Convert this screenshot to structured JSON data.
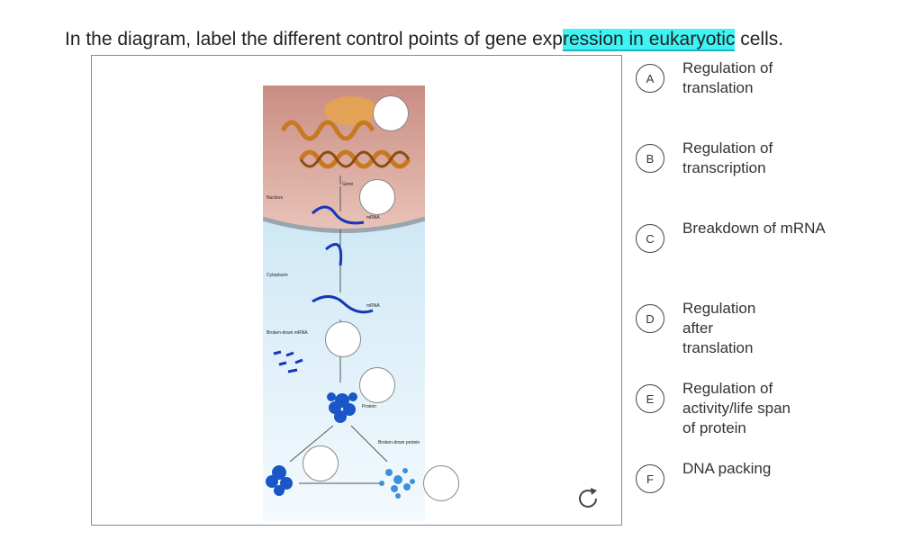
{
  "question": {
    "part1": "In the diagram, label the different control points of gene exp",
    "highlight": "ression in eukaryotic",
    "part2": " cells."
  },
  "diagram": {
    "labels": {
      "gene": "Gene",
      "nucleus": "Nucleus",
      "mrna_nucleus": "mRNA",
      "cytoplasm": "Cytoplasm",
      "mrna_cytoplasm": "mRNA",
      "broken_mrna": "Broken-down mRNA",
      "protein": "Protein",
      "broken_protein": "Broken-down protein"
    },
    "drop_target_count": 6
  },
  "options": [
    {
      "letter": "A",
      "text": "Regulation of translation"
    },
    {
      "letter": "B",
      "text": "Regulation of transcription"
    },
    {
      "letter": "C",
      "text": "Breakdown of mRNA"
    },
    {
      "letter": "D",
      "text": "Regulation after translation"
    },
    {
      "letter": "E",
      "text": "Regulation of activity/life span of protein"
    },
    {
      "letter": "F",
      "text": "DNA packing"
    }
  ],
  "icons": {
    "reset": "reset-icon"
  },
  "colors": {
    "highlight": "#3ff3f3",
    "nucleus": "#d9a89c",
    "cytoplasm": "#cfe8f6",
    "protein": "#1a56c8"
  }
}
